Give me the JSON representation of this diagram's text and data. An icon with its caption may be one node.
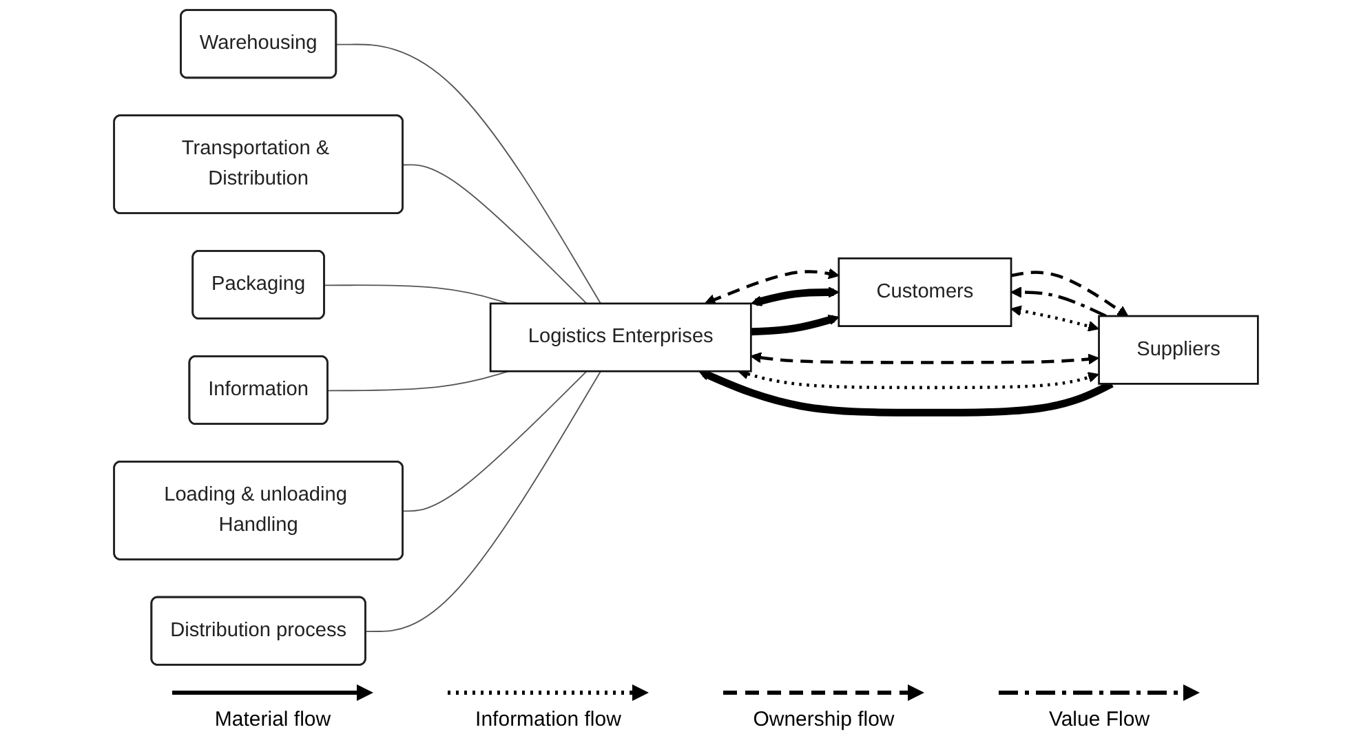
{
  "diagram": {
    "nodes": [
      {
        "text": [
          "Warehousing"
        ]
      },
      {
        "text": [
          "Transportation & Distribution"
        ]
      },
      {
        "text": [
          "Packaging"
        ]
      },
      {
        "text": [
          "Suppliers"
        ]
      },
      {
        "text": [
          "Logistics Enterprises"
        ]
      },
      {
        "text": [
          "Customers"
        ]
      },
      {
        "text": [
          "Information"
        ]
      },
      {
        "text": [
          "Loading & unloading Handling"
        ]
      },
      {
        "text": [
          "Distribution process"
        ]
      }
    ],
    "edges": [
      {
        "from": 0,
        "to": 4,
        "arrow": "none"
      },
      {
        "from": 1,
        "to": 4,
        "arrow": "none"
      },
      {
        "from": 2,
        "to": 4,
        "arrow": "none"
      },
      {
        "from": 6,
        "to": 4,
        "arrow": "none"
      },
      {
        "from": 7,
        "to": 4,
        "arrow": "none"
      },
      {
        "from": 8,
        "to": 4,
        "arrow": "none"
      },
      {
        "from": 3,
        "to": 4,
        "arrow": "both",
        "style": "dashed"
      },
      {
        "from": 3,
        "to": 4,
        "arrow": "both",
        "style": "dashed"
      },
      {
        "from": 3,
        "to": 4,
        "arrow": "to",
        "style": "thick"
      },
      {
        "from": 4,
        "to": 5,
        "arrow": "both",
        "style": "dashed"
      },
      {
        "from": 4,
        "to": 5,
        "arrow": "both",
        "style": "thick"
      },
      {
        "from": 4,
        "to": 5,
        "arrow": "to",
        "style": "thick"
      },
      {
        "from": 3,
        "to": 5,
        "arrow": "to",
        "style": "dashed"
      },
      {
        "from": 5,
        "to": 3,
        "arrow": "to",
        "style": "dashed"
      },
      {
        "from": 3,
        "to": 5,
        "arrow": "both",
        "style": "dashed"
      }
    ],
    "legend": [
      {
        "text": "Material flow"
      },
      {
        "text": "Information flow"
      },
      {
        "text": "Ownership flow"
      },
      {
        "text": "Value Flow"
      }
    ]
  }
}
